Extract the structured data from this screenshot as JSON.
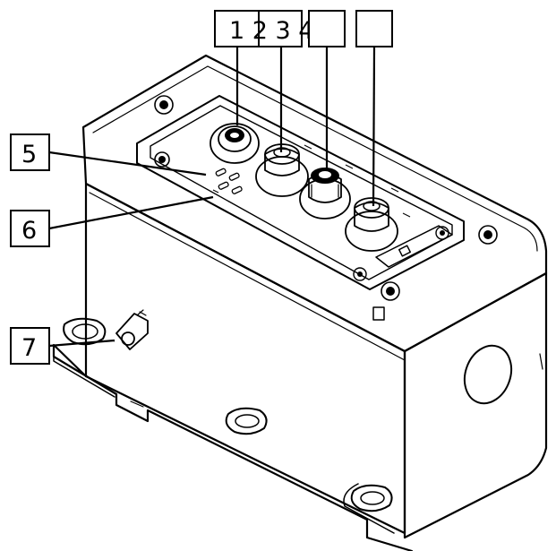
{
  "figure": {
    "callouts": [
      {
        "id": "c1234",
        "label": "1 2 3 4"
      },
      {
        "id": "cA",
        "label": ""
      },
      {
        "id": "cB",
        "label": ""
      },
      {
        "id": "c5",
        "label": "5"
      },
      {
        "id": "c6",
        "label": "6"
      },
      {
        "id": "c7",
        "label": "7"
      }
    ],
    "colors": {
      "ink": "#000000",
      "paper": "#ffffff"
    }
  }
}
